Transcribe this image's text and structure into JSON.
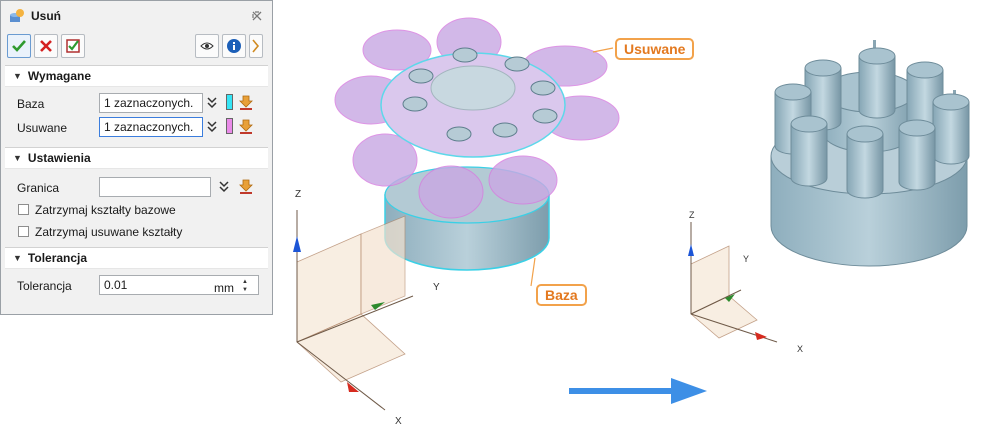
{
  "dialog": {
    "title": "Usuń",
    "sections": {
      "required": {
        "title": "Wymagane",
        "base_label": "Baza",
        "base_value": "1 zaznaczonych.",
        "base_color": "#35e5f5",
        "remove_label": "Usuwane",
        "remove_value": "1 zaznaczonych.",
        "remove_color": "#e98ae8"
      },
      "settings": {
        "title": "Ustawienia",
        "boundary_label": "Granica",
        "boundary_value": "",
        "keep_base_label": "Zatrzymaj kształty bazowe",
        "keep_removed_label": "Zatrzymaj usuwane kształty"
      },
      "tolerance": {
        "title": "Tolerancja",
        "label": "Tolerancja",
        "value": "0.01",
        "unit": "mm"
      }
    }
  },
  "viewport": {
    "callout_removed": "Usuwane",
    "callout_base": "Baza",
    "axes_left": {
      "z": "Z",
      "y": "Y",
      "x": "X"
    },
    "axes_right": {
      "z": "Z",
      "y": "Y",
      "x": "X"
    },
    "colors": {
      "callout": "#f2a24b",
      "arrow": "#3d8fe6",
      "part": "#a9c3cf",
      "removed": "#c8a6e0"
    }
  },
  "icons": {
    "title": "remove-tool-icon",
    "pin": "pin-icon",
    "ok": "check-icon",
    "cancel": "close-icon",
    "apply": "apply-icon",
    "preview": "eye-icon",
    "info": "info-icon",
    "more": "more-icon"
  }
}
